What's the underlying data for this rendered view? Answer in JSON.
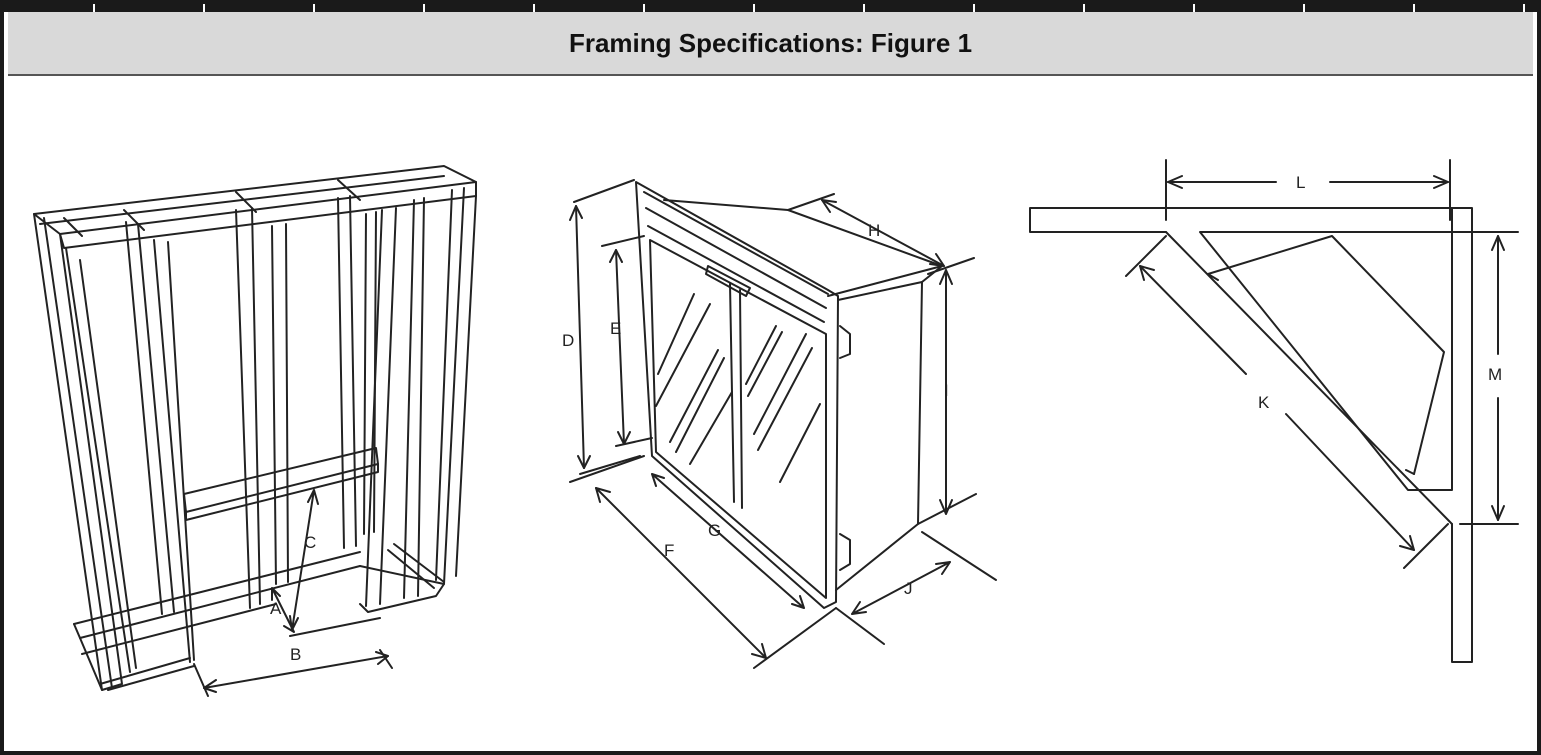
{
  "title": "Framing Specifications: Figure 1",
  "figures": {
    "framing": {
      "labels": {
        "a": "A",
        "b": "B",
        "c": "C"
      }
    },
    "fireplace": {
      "labels": {
        "d": "D",
        "e": "E",
        "f": "F",
        "g": "G",
        "h": "H",
        "i": "I",
        "j": "J"
      }
    },
    "corner": {
      "labels": {
        "k": "K",
        "l": "L",
        "m": "M"
      }
    }
  },
  "colors": {
    "border": "#1a1a1a",
    "header_bg": "#d9d9d9",
    "line": "#222222"
  }
}
